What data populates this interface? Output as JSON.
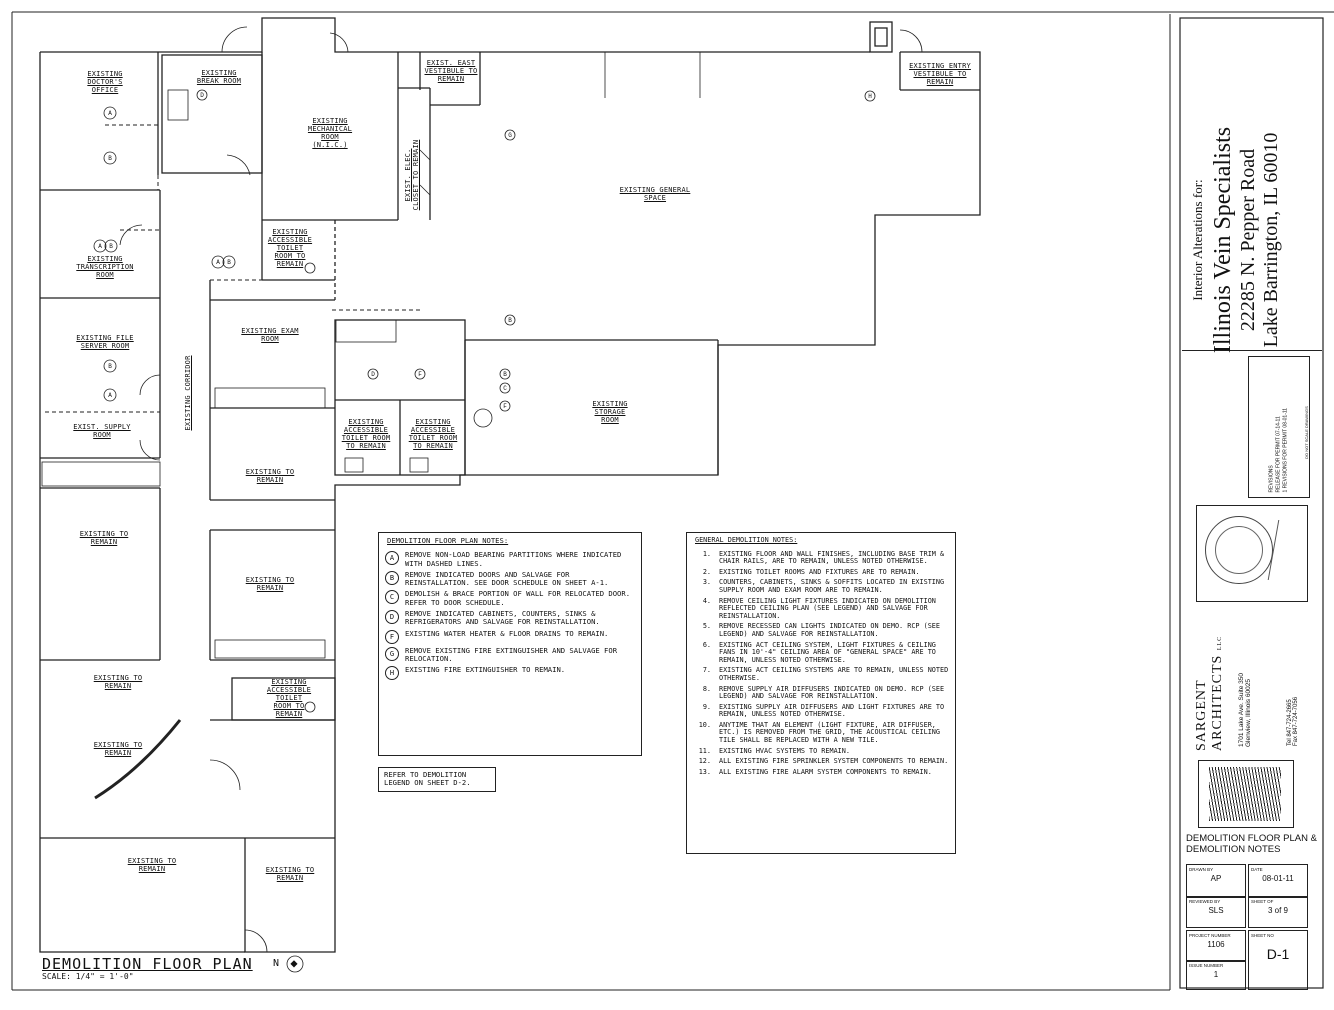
{
  "sheet_title": "DEMOLITION FLOOR PLAN",
  "scale": "SCALE: 1/4\" = 1'-0\"",
  "north_label": "N",
  "rooms": [
    {
      "name": "EXISTING\nDOCTOR'S\nOFFICE"
    },
    {
      "name": "EXISTING\nBREAK ROOM"
    },
    {
      "name": "EXISTING\nMECHANICAL\nROOM\n(N.I.C.)"
    },
    {
      "name": "EXIST. EAST\nVESTIBULE TO\nREMAIN"
    },
    {
      "name": "EXISTING ENTRY\nVESTIBULE TO\nREMAIN"
    },
    {
      "name": "EXISTING GENERAL\nSPACE"
    },
    {
      "name": "EXIST. ELEC.\nCLOSET TO REMAIN"
    },
    {
      "name": "EXISTING\nTRANSCRIPTION\nROOM"
    },
    {
      "name": "EXISTING\nACCESSIBLE\nTOILET\nROOM TO\nREMAIN"
    },
    {
      "name": "EXISTING EXAM\nROOM"
    },
    {
      "name": "EXISTING FILE\nSERVER ROOM"
    },
    {
      "name": "EXISTING CORRIDOR"
    },
    {
      "name": "EXIST. SUPPLY\nROOM"
    },
    {
      "name": "EXISTING\nACCESSIBLE\nTOILET ROOM\nTO REMAIN"
    },
    {
      "name": "EXISTING\nACCESSIBLE\nTOILET ROOM\nTO REMAIN"
    },
    {
      "name": "EXISTING\nSTORAGE\nROOM"
    },
    {
      "name": "EXISTING TO\nREMAIN"
    },
    {
      "name": "EXISTING TO\nREMAIN"
    },
    {
      "name": "EXISTING TO\nREMAIN"
    },
    {
      "name": "EXISTING TO\nREMAIN"
    },
    {
      "name": "EXISTING\nACCESSIBLE\nTOILET\nROOM TO\nREMAIN"
    },
    {
      "name": "EXISTING TO\nREMAIN"
    },
    {
      "name": "EXISTING TO\nREMAIN"
    },
    {
      "name": "EXISTING TO\nREMAIN"
    }
  ],
  "demolition_notes": {
    "heading": "DEMOLITION FLOOR PLAN NOTES:",
    "items": [
      {
        "key": "A",
        "text": "REMOVE NON-LOAD BEARING PARTITIONS WHERE INDICATED WITH DASHED LINES."
      },
      {
        "key": "B",
        "text": "REMOVE INDICATED DOORS AND SALVAGE FOR REINSTALLATION. SEE DOOR SCHEDULE ON SHEET A-1."
      },
      {
        "key": "C",
        "text": "DEMOLISH & BRACE PORTION OF WALL FOR RELOCATED DOOR. REFER TO DOOR SCHEDULE."
      },
      {
        "key": "D",
        "text": "REMOVE INDICATED CABINETS, COUNTERS, SINKS & REFRIGERATORS AND SALVAGE FOR REINSTALLATION."
      },
      {
        "key": "F",
        "text": "EXISTING WATER HEATER & FLOOR DRAINS TO REMAIN."
      },
      {
        "key": "G",
        "text": "REMOVE EXISTING FIRE EXTINGUISHER AND SALVAGE FOR RELOCATION."
      },
      {
        "key": "H",
        "text": "EXISTING FIRE EXTINGUISHER TO REMAIN."
      }
    ]
  },
  "legend_ref": "REFER TO DEMOLITION LEGEND ON SHEET D-2.",
  "general_notes": {
    "heading": "GENERAL DEMOLITION NOTES:",
    "items": [
      "EXISTING FLOOR AND WALL FINISHES, INCLUDING BASE TRIM & CHAIR RAILS, ARE TO REMAIN, UNLESS NOTED OTHERWISE.",
      "EXISTING TOILET ROOMS AND FIXTURES ARE TO REMAIN.",
      "COUNTERS, CABINETS, SINKS & SOFFITS LOCATED IN EXISTING SUPPLY ROOM AND EXAM ROOM ARE TO REMAIN.",
      "REMOVE CEILING LIGHT FIXTURES INDICATED ON DEMOLITION REFLECTED CEILING PLAN (SEE LEGEND) AND SALVAGE FOR REINSTALLATION.",
      "REMOVE RECESSED CAN LIGHTS INDICATED ON DEMO. RCP (SEE LEGEND) AND SALVAGE FOR REINSTALLATION.",
      "EXISTING ACT CEILING SYSTEM, LIGHT FIXTURES & CEILING FANS IN 10'-4\" CEILING AREA OF \"GENERAL SPACE\" ARE TO REMAIN, UNLESS NOTED OTHERWISE.",
      "EXISTING ACT CEILING SYSTEMS ARE TO REMAIN, UNLESS NOTED OTHERWISE.",
      "REMOVE SUPPLY AIR DIFFUSERS INDICATED ON DEMO. RCP (SEE LEGEND) AND SALVAGE FOR REINSTALLATION.",
      "EXISTING SUPPLY AIR DIFFUSERS AND LIGHT FIXTURES ARE TO REMAIN, UNLESS NOTED OTHERWISE.",
      "ANYTIME THAT AN ELEMENT (LIGHT FIXTURE, AIR DIFFUSER, ETC.) IS REMOVED FROM THE GRID, THE ACOUSTICAL CEILING TILE SHALL BE REPLACED WITH A NEW TILE.",
      "EXISTING HVAC SYSTEMS TO REMAIN.",
      "ALL EXISTING FIRE SPRINKLER SYSTEM COMPONENTS TO REMAIN.",
      "ALL EXISTING FIRE ALARM SYSTEM COMPONENTS TO REMAIN."
    ]
  },
  "title_block": {
    "project_for": "Interior Alterations for:",
    "client": "Illinois Vein Specialists",
    "address1": "22285 N. Pepper Road",
    "address2": "Lake Barrington, IL 60010",
    "revisions_heading": "REVISIONS",
    "revision_1": "RELEASE FOR PERMIT 07-14-11",
    "revision_2": "1 REVISIONS FOR PERMIT 08-01-11",
    "scale_note": "DO NOT SCALE DRAWINGS",
    "firm": "SARGENT ARCHITECTS",
    "firm_suffix": "LLC",
    "firm_addr1": "1701 Lake Ave. Suite 350",
    "firm_addr2": "Glenview, Illinois 60025",
    "firm_tel": "Tel 847-724-2665",
    "firm_fax": "Fax 847-724-7056",
    "sheet_name": "DEMOLITION FLOOR PLAN &\nDEMOLITION NOTES",
    "drawn_by_label": "DRAWN BY",
    "drawn_by": "AP",
    "date_label": "DATE",
    "date": "08-01-11",
    "reviewed_by_label": "REVIEWED BY",
    "reviewed_by": "SLS",
    "sheet_of_label": "SHEET OF",
    "sheet_of": "3 of 9",
    "project_number_label": "PROJECT NUMBER",
    "project_number": "1106",
    "sheet_no_label": "SHEET NO",
    "sheet_no": "D-1",
    "issue_number_label": "ISSUE NUMBER",
    "issue_number": "1"
  }
}
